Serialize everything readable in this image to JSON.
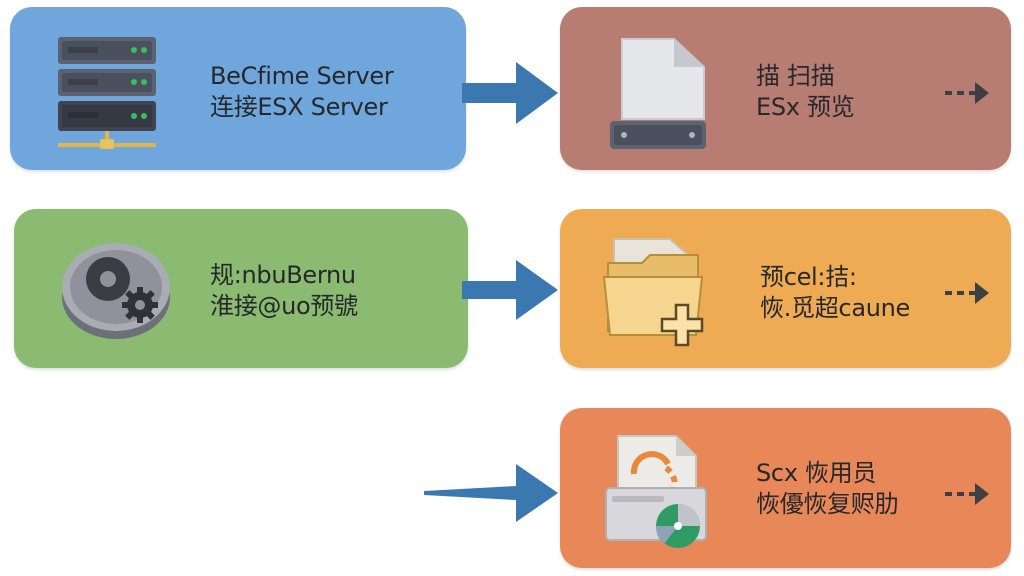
{
  "colors": {
    "blue_card": "#6fa7dc",
    "rose_card": "#b77c72",
    "green_card": "#8abb70",
    "amber_card": "#efab54",
    "coral_card": "#e88858",
    "arrow": "#3c78b0"
  },
  "icons": {
    "card1": "server-rack-icon",
    "card2": "hard-disk-icon",
    "card3": "disk-drive-icon",
    "card4": "folder-plus-icon",
    "card5": "backup-restore-icon"
  },
  "cards": [
    {
      "line1": "BeCfime Server",
      "line2": "连接ESX Server"
    },
    {
      "line1": "描 扫描",
      "line2": "ESx 预览"
    },
    {
      "line1": "规:nbuBernu",
      "line2": "淮接@uo预號"
    },
    {
      "line1": "预cel:拮:",
      "line2": "恢.觅超caune"
    },
    {
      "line1": "Scx 恢用员",
      "line2": "恢優恢复赆肋"
    }
  ]
}
